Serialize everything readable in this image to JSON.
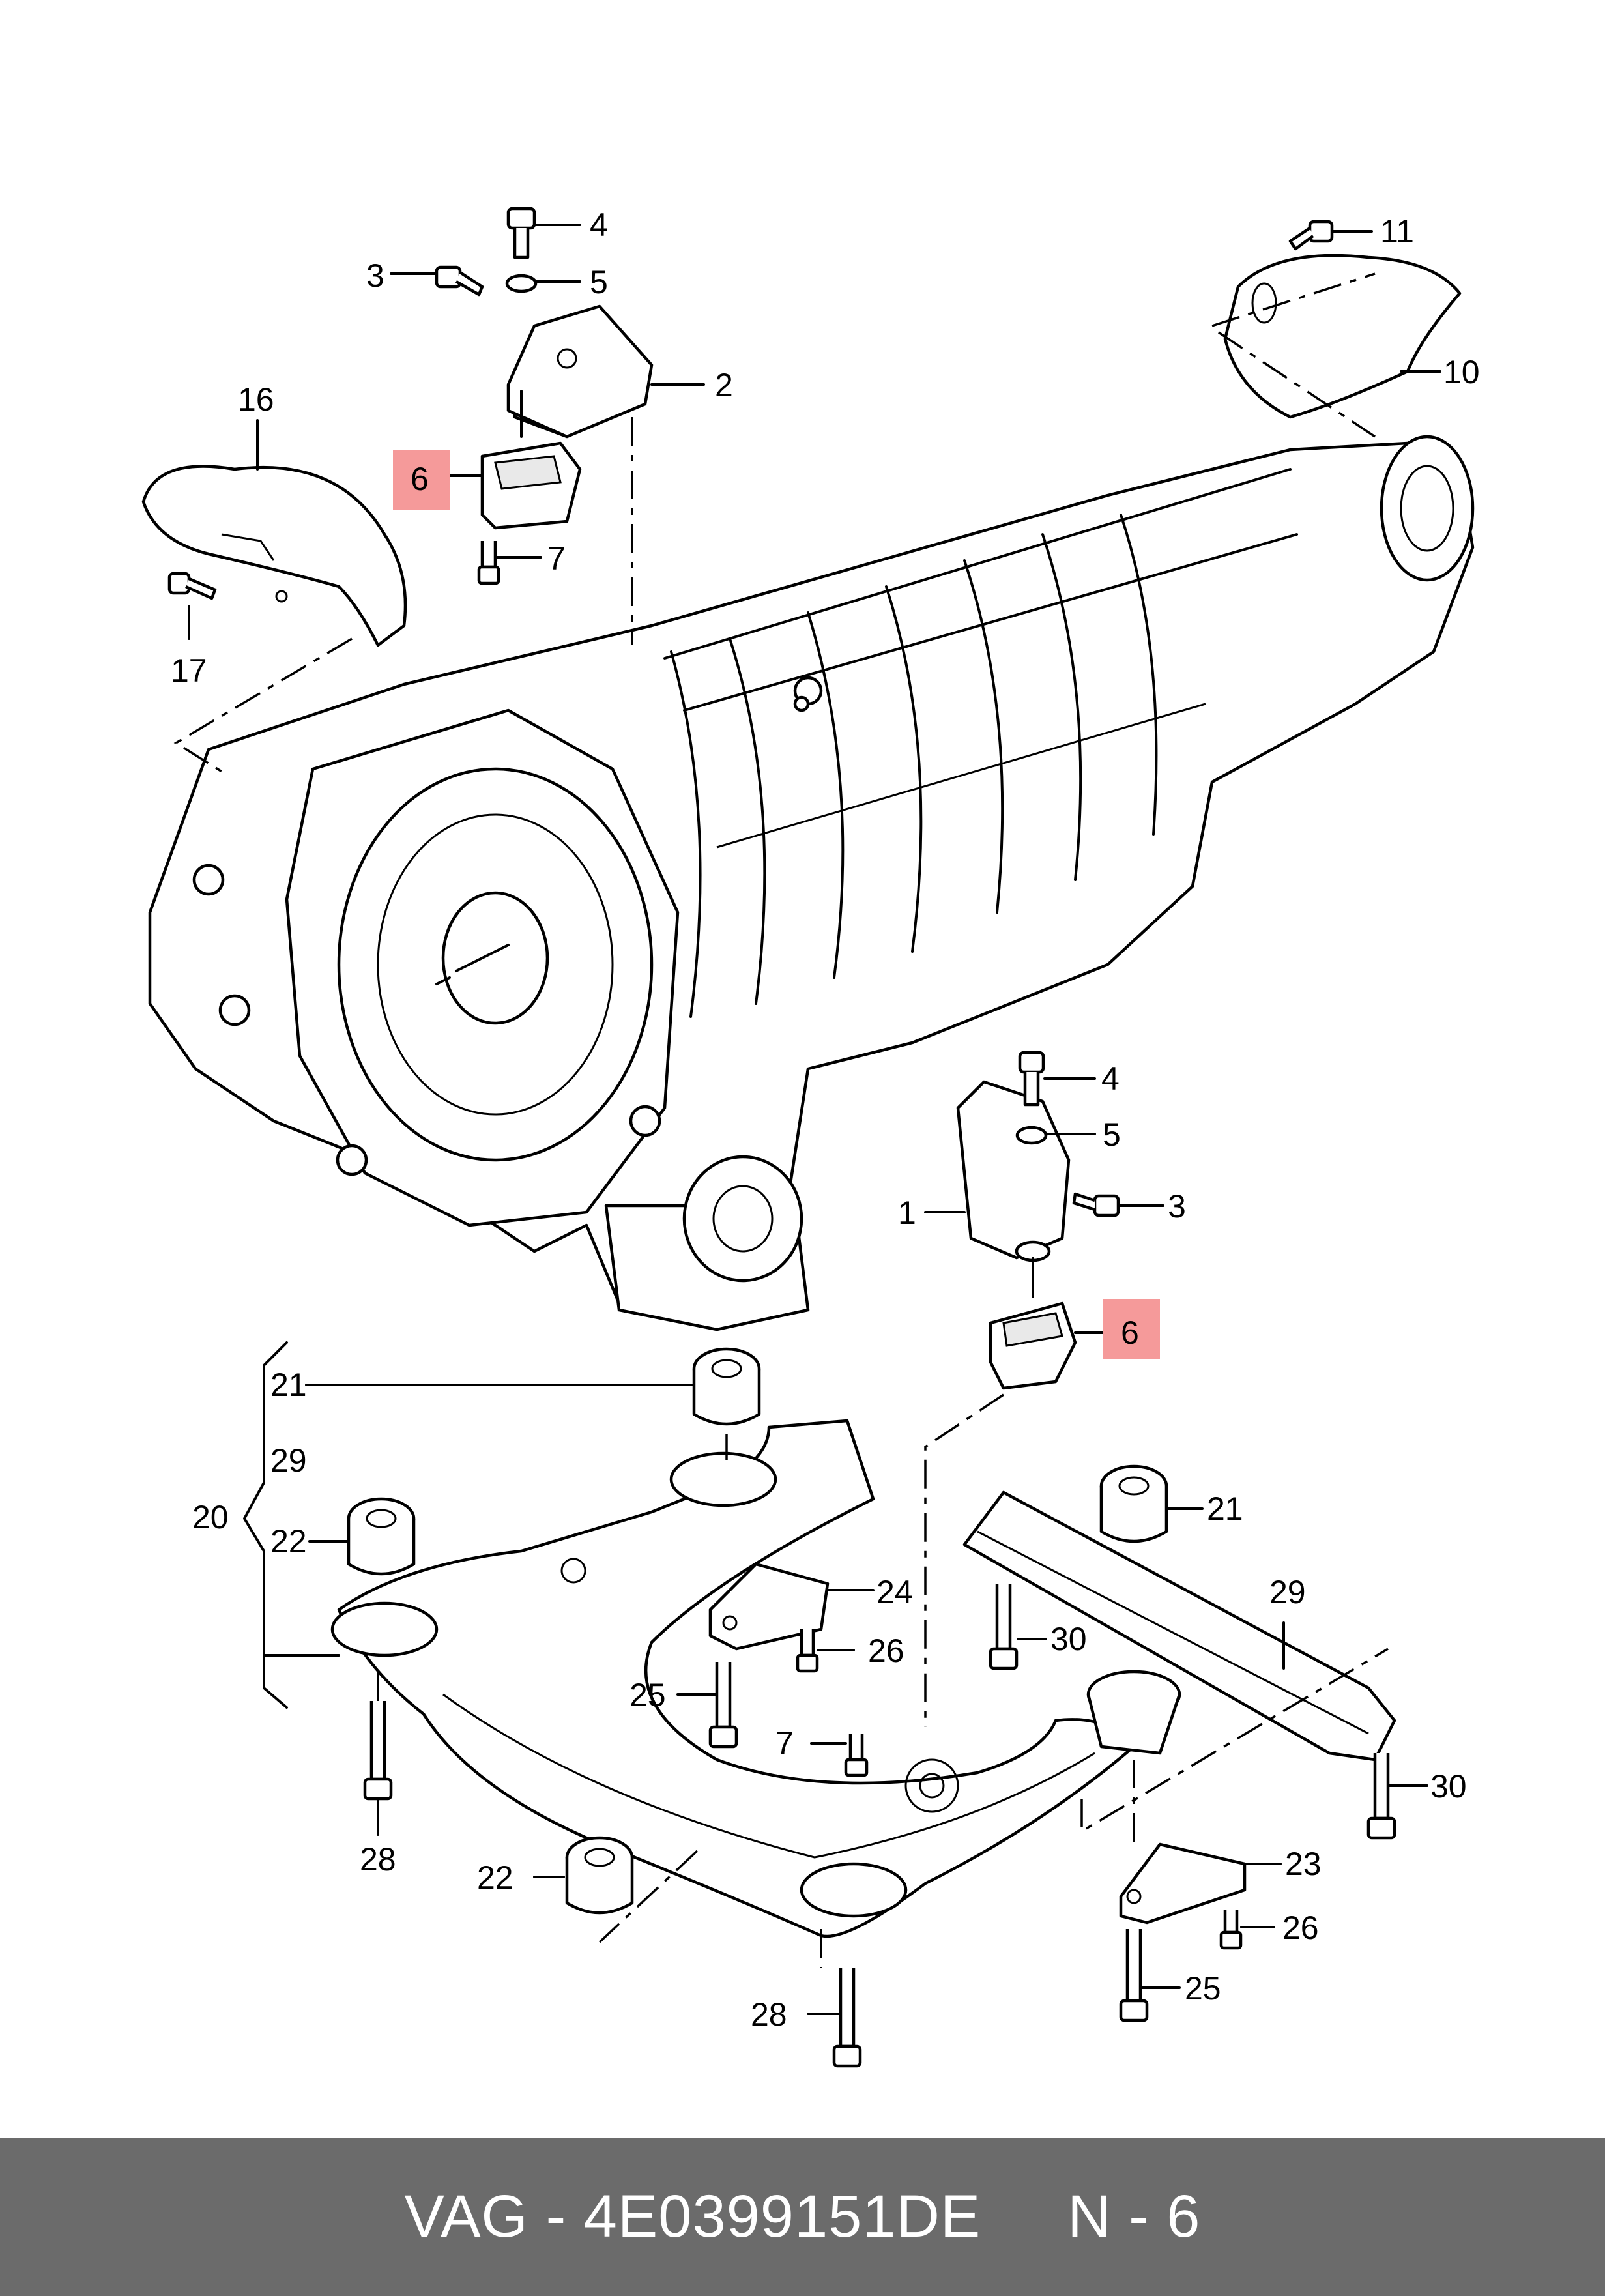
{
  "callouts": {
    "c1": "1",
    "c2": "2",
    "c3a": "3",
    "c3b": "3",
    "c4a": "4",
    "c4b": "4",
    "c5a": "5",
    "c5b": "5",
    "c6a": "6",
    "c6b": "6",
    "c7a": "7",
    "c7b": "7",
    "c10": "10",
    "c11": "11",
    "c16": "16",
    "c17": "17",
    "c20": "20",
    "c21a": "21",
    "c21b": "21",
    "c22a": "22",
    "c22b": "22",
    "c23": "23",
    "c24": "24",
    "c25a": "25",
    "c25b": "25",
    "c26a": "26",
    "c26b": "26",
    "c28a": "28",
    "c28b": "28",
    "c29a": "29",
    "c29b": "29",
    "c30a": "30",
    "c30b": "30"
  },
  "highlight_color": "#f59a9a",
  "footer": {
    "brand": "VAG",
    "separator": "-",
    "part_number": "4E0399151DE",
    "position_label": "N - 6",
    "background": "#6b6b6b"
  }
}
